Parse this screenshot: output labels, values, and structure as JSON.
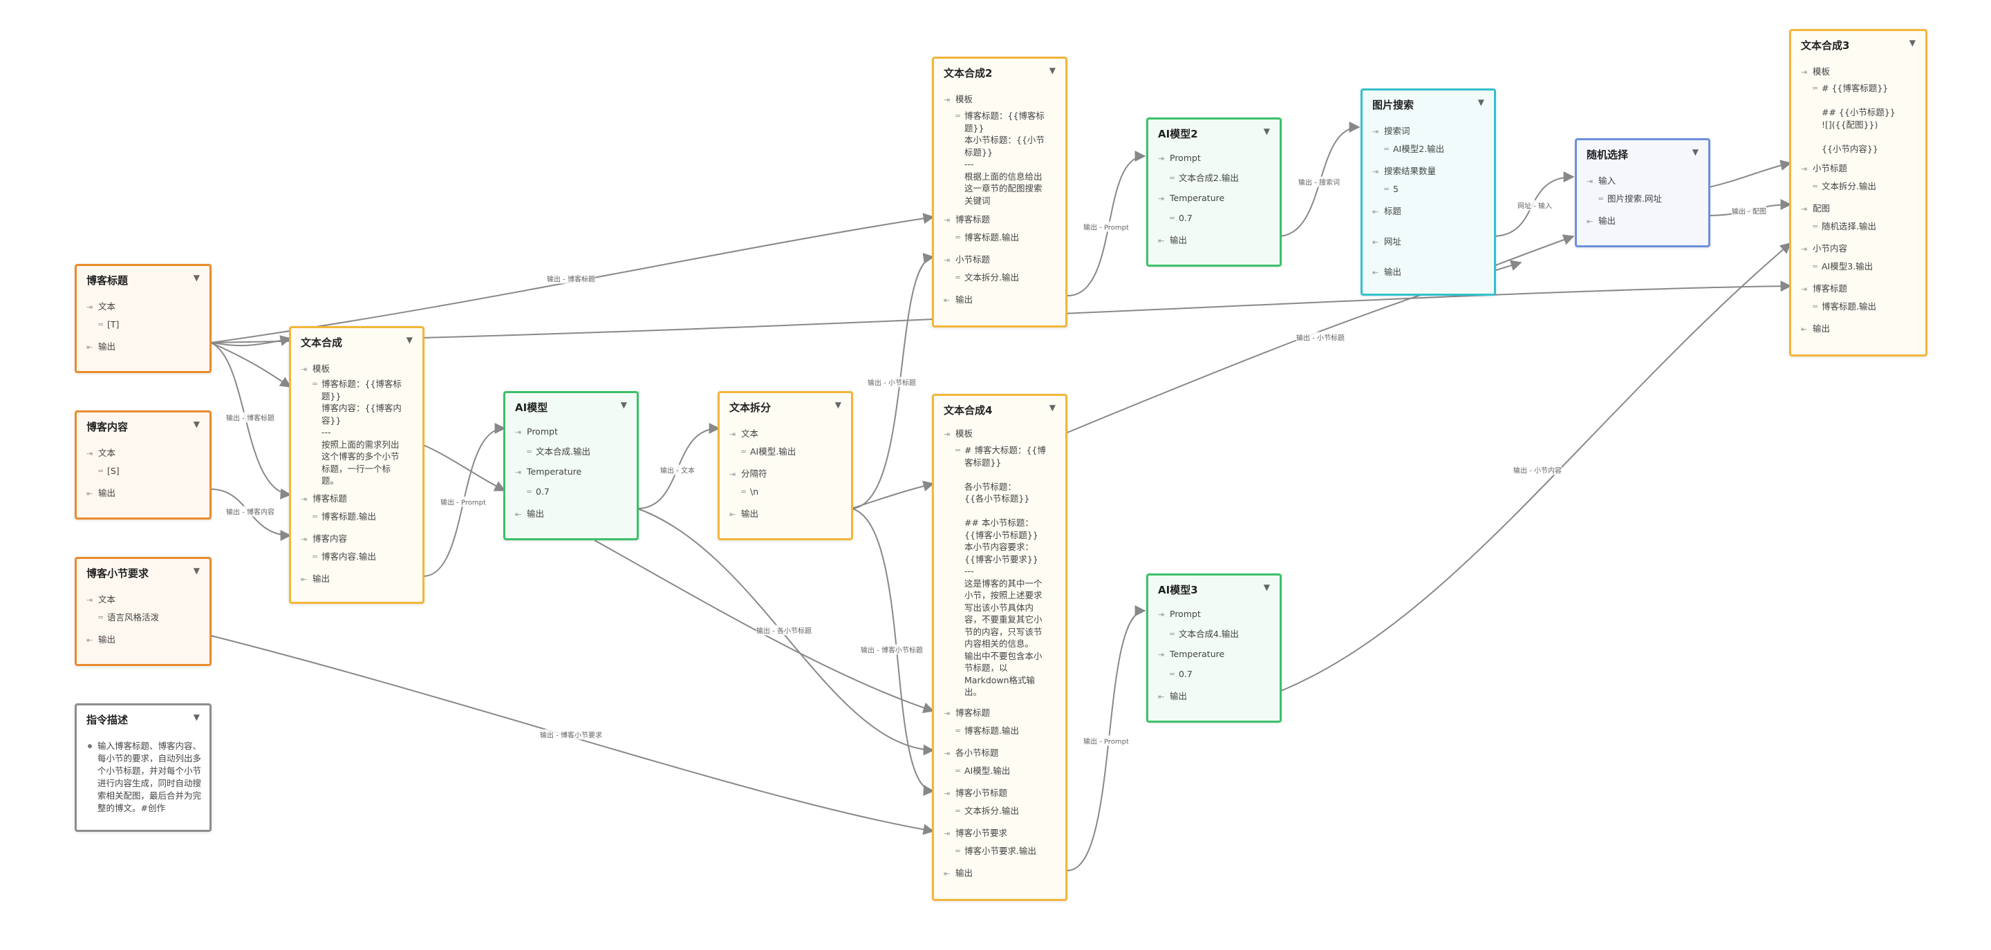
{
  "nodes": {
    "blog_title": {
      "title": "博客标题",
      "p1": "文本",
      "v1": "[T]",
      "p2": "输出"
    },
    "blog_content": {
      "title": "博客内容",
      "p1": "文本",
      "v1": "[S]",
      "p2": "输出"
    },
    "blog_req": {
      "title": "博客小节要求",
      "p1": "文本",
      "v1": "语言风格活泼",
      "p2": "输出"
    },
    "instruction": {
      "title": "指令描述",
      "text": "输入博客标题、博客内容、每小节的要求，自动列出多个小节标题，并对每个小节进行内容生成，同时自动搜索相关配图，最后合并为完整的博文。#创作"
    },
    "concat1": {
      "title": "文本合成",
      "p1": "模板",
      "v1": "博客标题：{{博客标题}}\n博客内容：{{博客内容}}\n---\n按照上面的需求列出这个博客的多个小节标题，一行一个标题。",
      "p2": "博客标题",
      "v2": "博客标题.输出",
      "p3": "博客内容",
      "v3": "博客内容.输出",
      "p4": "输出"
    },
    "ai1": {
      "title": "AI模型",
      "p1": "Prompt",
      "v1": "文本合成.输出",
      "p2": "Temperature",
      "v2": "0.7",
      "p3": "输出"
    },
    "split": {
      "title": "文本拆分",
      "p1": "文本",
      "v1": "AI模型.输出",
      "p2": "分隔符",
      "v2": "\\n",
      "p3": "输出"
    },
    "concat2": {
      "title": "文本合成2",
      "p1": "模板",
      "v1": "博客标题：{{博客标题}}\n本小节标题：{{小节标题}}\n---\n根据上面的信息给出这一章节的配图搜索关键词",
      "p2": "博客标题",
      "v2": "博客标题.输出",
      "p3": "小节标题",
      "v3": "文本拆分.输出",
      "p4": "输出"
    },
    "concat4": {
      "title": "文本合成4",
      "p1": "模板",
      "v1": "# 博客大标题：{{博客标题}}\n\n各小节标题：\n{{各小节标题}}\n\n## 本小节标题：\n{{博客小节标题}}\n本小节内容要求：\n{{博客小节要求}}\n---\n这是博客的其中一个小节，按照上述要求写出该小节具体内容，不要重复其它小节的内容，只写该节内容相关的信息。\n输出中不要包含本小节标题，以Markdown格式输出。",
      "p2": "博客标题",
      "v2": "博客标题.输出",
      "p3": "各小节标题",
      "v3": "AI模型.输出",
      "p4": "博客小节标题",
      "v4": "文本拆分.输出",
      "p5": "博客小节要求",
      "v5": "博客小节要求.输出",
      "p6": "输出"
    },
    "ai2": {
      "title": "AI模型2",
      "p1": "Prompt",
      "v1": "文本合成2.输出",
      "p2": "Temperature",
      "v2": "0.7",
      "p3": "输出"
    },
    "ai3": {
      "title": "AI模型3",
      "p1": "Prompt",
      "v1": "文本合成4.输出",
      "p2": "Temperature",
      "v2": "0.7",
      "p3": "输出"
    },
    "imgsearch": {
      "title": "图片搜索",
      "p1": "搜索词",
      "v1": "AI模型2.输出",
      "p2": "搜索结果数量",
      "v2": "5",
      "p3": "标题",
      "p4": "网址",
      "p5": "输出"
    },
    "random": {
      "title": "随机选择",
      "p1": "输入",
      "v1": "图片搜索.网址",
      "p2": "输出"
    },
    "concat3": {
      "title": "文本合成3",
      "p1": "模板",
      "v1": "# {{博客标题}}\n\n## {{小节标题}}\n![]({{配图}})\n\n{{小节内容}}",
      "p2": "小节标题",
      "v2": "文本拆分.输出",
      "p3": "配图",
      "v3": "随机选择.输出",
      "p4": "小节内容",
      "v4": "AI模型3.输出",
      "p5": "博客标题",
      "v5": "博客标题.输出",
      "p6": "输出"
    }
  },
  "edge_labels": {
    "e1": "输出 - 博客标题",
    "e2": "输出 - 博客标题",
    "e3": "输出 - 博客内容",
    "e4": "输出 - Prompt",
    "e5": "输出 - 文本",
    "e6": "输出 - 小节标题",
    "e7": "输出 - 各小节标题",
    "e8": "输出 - 博客小节标题",
    "e9": "输出 - 博客小节要求",
    "e10": "输出 - Prompt",
    "e11": "输出 - 搜索词",
    "e12": "网址 - 输入",
    "e13": "输出 - 配图",
    "e14": "输出 - 小节标题",
    "e15": "输出 - Prompt",
    "e16": "输出 - 小节内容"
  },
  "colors": {
    "orange": "#e98b2c",
    "yellow": "#f2b63a",
    "green": "#3cc06a",
    "cyan": "#33c1cc",
    "blue": "#6d8fdc",
    "gray": "#8d8d8d",
    "edge": "#888888"
  },
  "icons": {
    "input_port": "port-in-icon",
    "output_port": "port-out-icon",
    "value": "equals-icon",
    "collapse": "caret-down-icon"
  }
}
